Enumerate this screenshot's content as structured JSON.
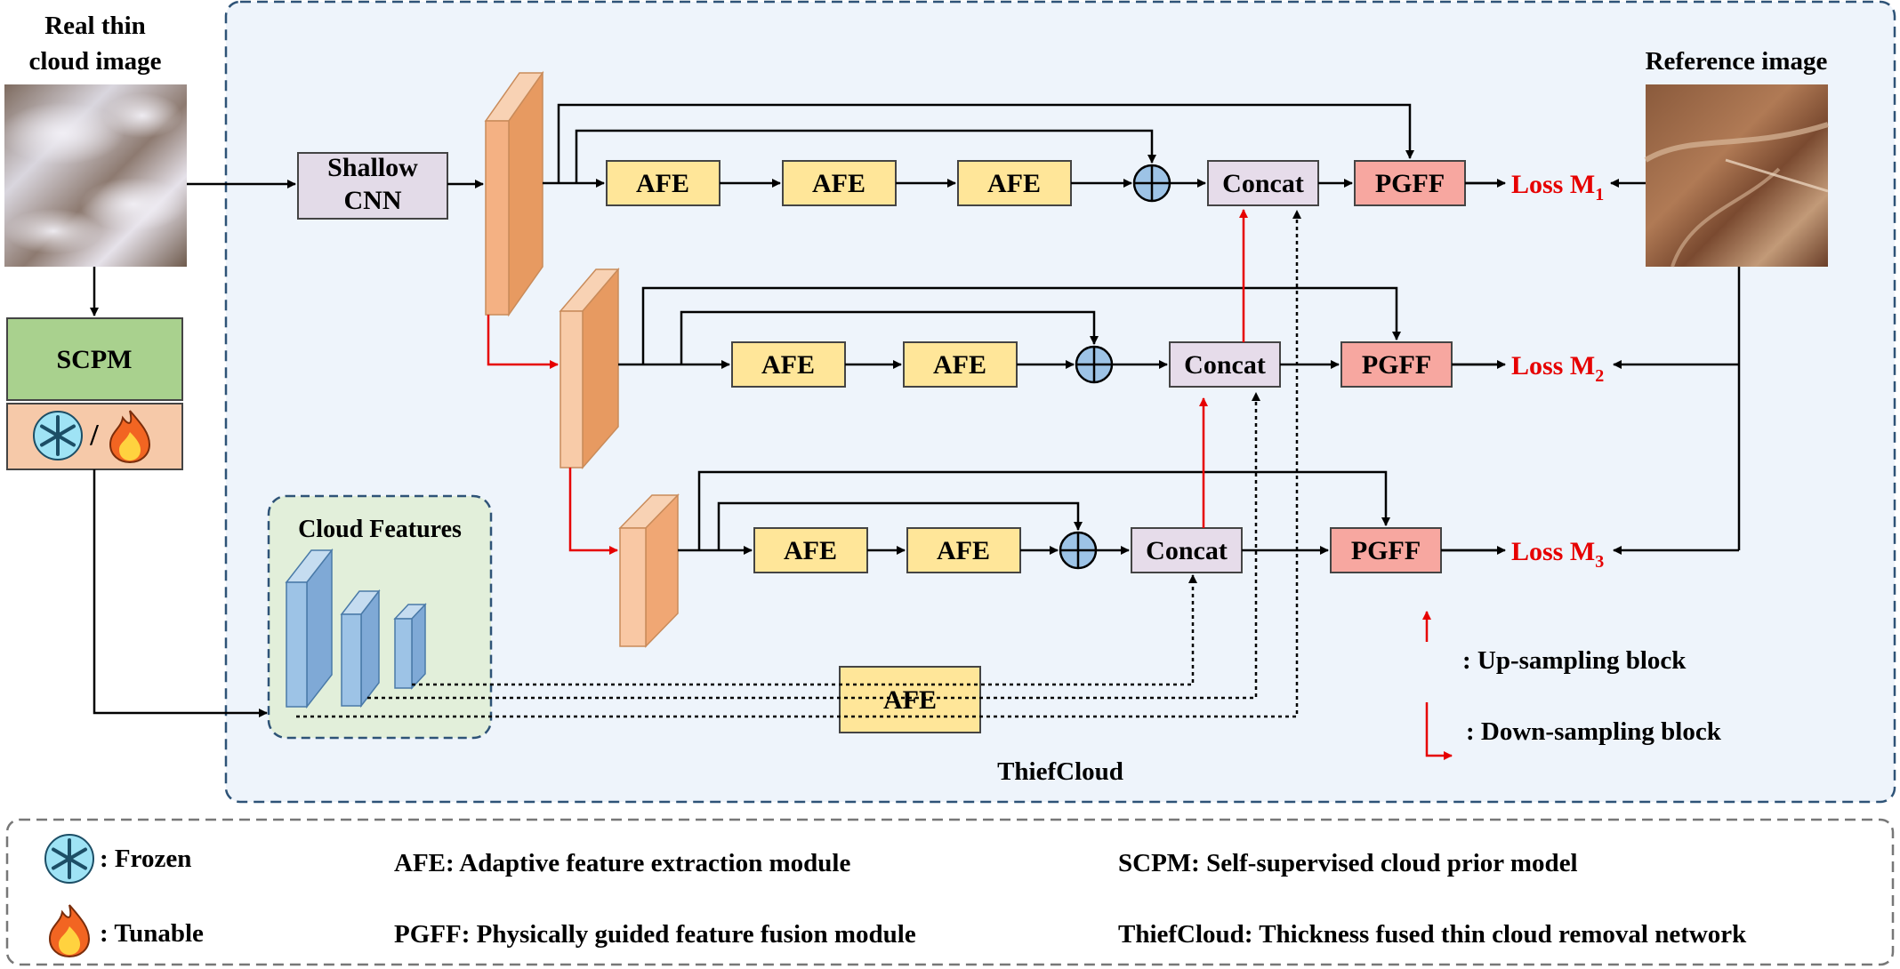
{
  "input": {
    "title_line1": "Real thin",
    "title_line2": "cloud image"
  },
  "reference": {
    "title": "Reference image"
  },
  "network": {
    "name": "ThiefCloud"
  },
  "modules": {
    "shallow_line1": "Shallow",
    "shallow_line2": "CNN",
    "scpm": "SCPM",
    "afe": "AFE",
    "concat": "Concat",
    "pgff": "PGFF",
    "cloud_features": "Cloud Features",
    "freeze_slash": "/"
  },
  "losses": [
    {
      "label": "Loss M",
      "sub": "1"
    },
    {
      "label": "Loss M",
      "sub": "2"
    },
    {
      "label": "Loss M",
      "sub": "3"
    }
  ],
  "inline_legend": {
    "up": ": Up-sampling block",
    "down": ": Down-sampling block"
  },
  "legend": {
    "frozen": ": Frozen",
    "tunable": ": Tunable",
    "afe": "AFE: Adaptive feature extraction module",
    "pgff": "PGFF: Physically guided feature fusion module",
    "scpm": "SCPM: Self-supervised cloud prior model",
    "thiefcloud": "ThiefCloud: Thickness fused thin cloud removal network"
  },
  "icons": [
    "snowflake-icon",
    "flame-icon",
    "plus-circle-icon"
  ],
  "colors": {
    "panel_bg": "#eef4fb",
    "panel_border": "#2e5377",
    "afe": "#ffe699",
    "concat": "#e6dcea",
    "pgff": "#f7a7a0",
    "shallow": "#e3dbe8",
    "scpm": "#a9d18e",
    "freeze_box": "#f6c9a9",
    "feature_bar": "#f4b183",
    "cloud_bar": "#9dc3e6",
    "cloud_panel": "#e2efda",
    "arrow_red": "#e60000"
  }
}
